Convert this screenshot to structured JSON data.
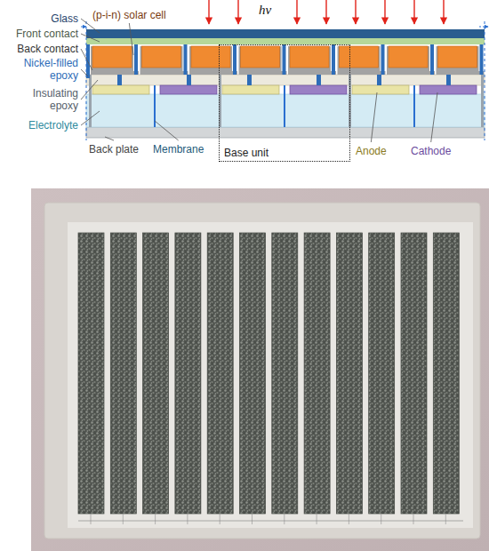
{
  "diagram": {
    "nodes": [
      {
        "text": [
          "Base unit"
        ]
      }
    ],
    "labels": [
      "hν",
      "Glass",
      "Front contact",
      "Back contact",
      "Nickel-filled epoxy",
      "Insulating epoxy",
      "Electrolyte",
      "(p-i-n) solar cell",
      "Membrane",
      "Anode",
      "Cathode",
      "Back plate"
    ]
  }
}
